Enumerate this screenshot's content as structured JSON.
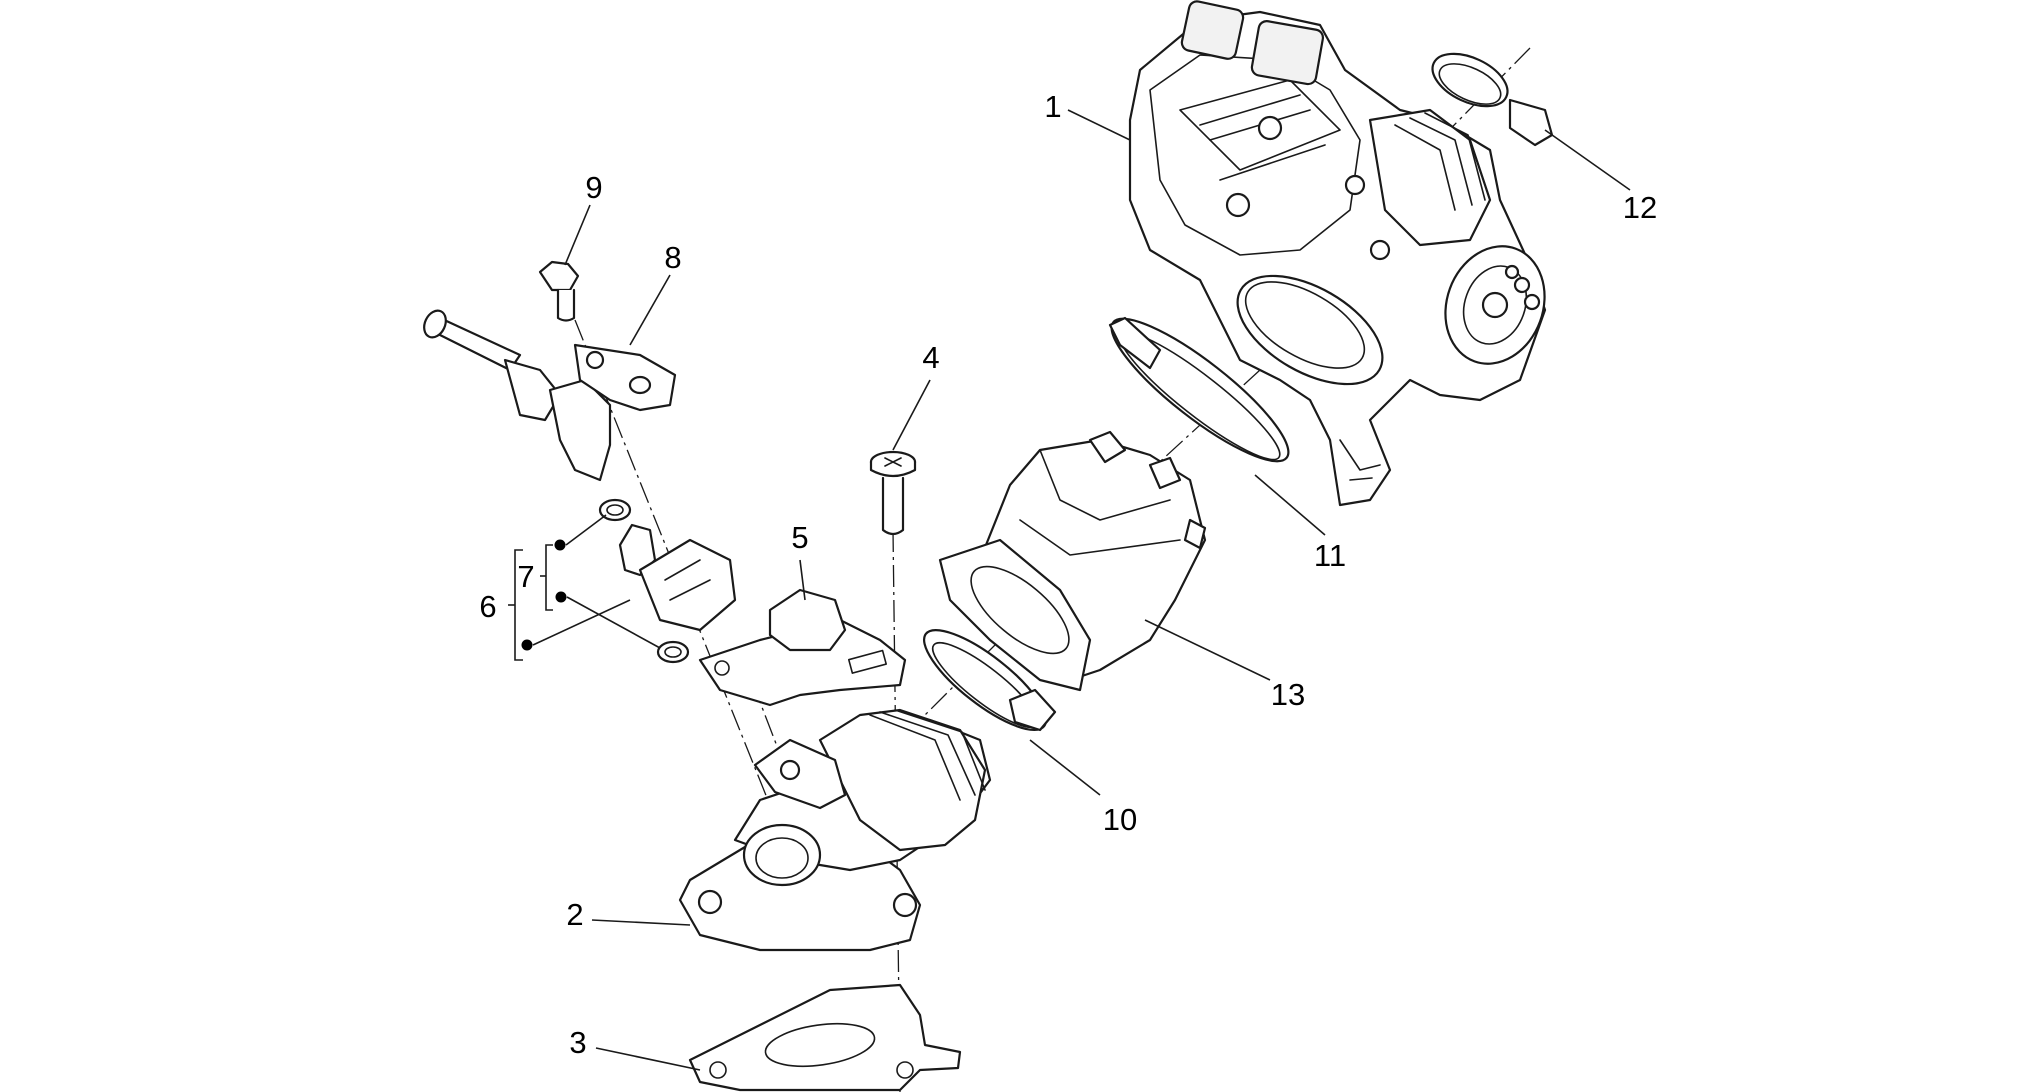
{
  "diagram": {
    "callouts": [
      {
        "id": "1",
        "label": "1"
      },
      {
        "id": "2",
        "label": "2"
      },
      {
        "id": "3",
        "label": "3"
      },
      {
        "id": "4",
        "label": "4"
      },
      {
        "id": "5",
        "label": "5"
      },
      {
        "id": "6",
        "label": "6"
      },
      {
        "id": "7",
        "label": "7"
      },
      {
        "id": "8",
        "label": "8"
      },
      {
        "id": "9",
        "label": "9"
      },
      {
        "id": "10",
        "label": "10"
      },
      {
        "id": "11",
        "label": "11"
      },
      {
        "id": "12",
        "label": "12"
      },
      {
        "id": "13",
        "label": "13"
      }
    ],
    "line_color": "#1a1a1a",
    "background_color": "#ffffff"
  }
}
